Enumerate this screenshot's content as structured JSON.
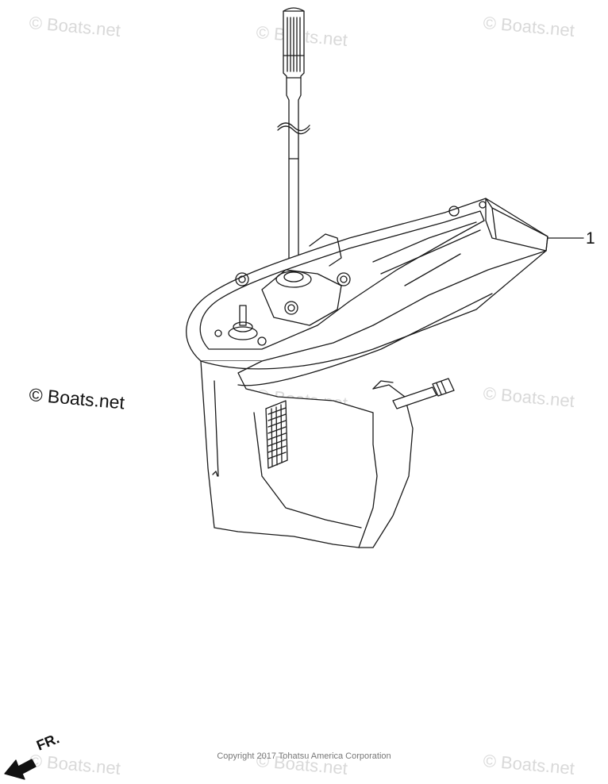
{
  "watermark_text": "© Boats.net",
  "main_watermark_text": "© Boats.net",
  "callout_number": "1",
  "copyright_text": "Copyright 2017 Tohatsu America Corporation",
  "direction_label": "FR."
}
